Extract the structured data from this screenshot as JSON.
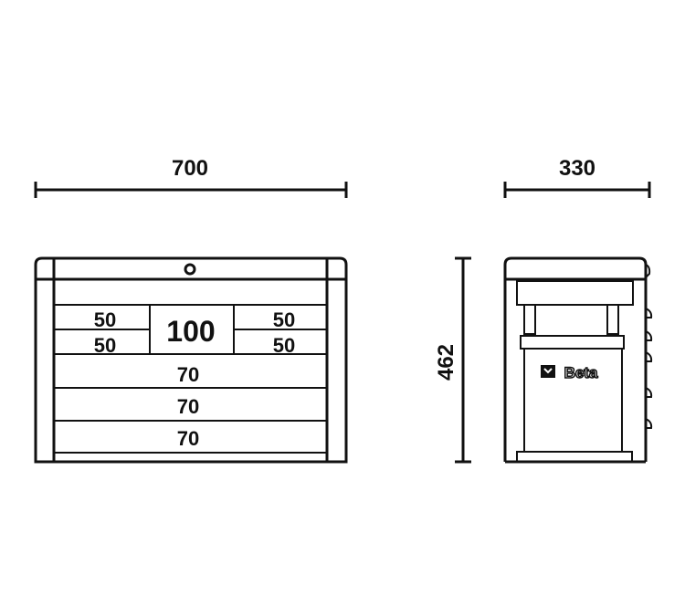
{
  "dimensions": {
    "width": "700",
    "depth": "330",
    "height": "462"
  },
  "front_view": {
    "small_drawers": [
      "50",
      "50",
      "50",
      "50"
    ],
    "center_drawer": "100",
    "large_drawers": [
      "70",
      "70",
      "70"
    ]
  },
  "side_view": {
    "brand_logo": "Beta"
  },
  "colors": {
    "line": "#111111",
    "background": "#ffffff"
  }
}
